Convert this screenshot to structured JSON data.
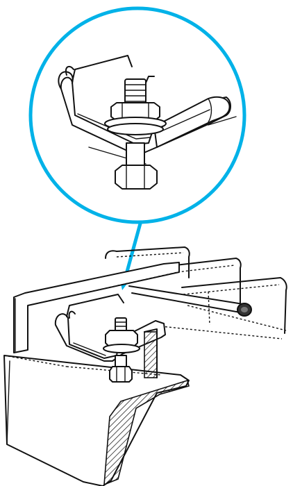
{
  "figure": {
    "description_type": "technical-illustration",
    "colors": {
      "callout": "#00b2e8",
      "line": "#111111",
      "background": "#ffffff"
    },
    "icons": {
      "detail": "magnified-clamp-detail",
      "assembly": "grating-clamp-assembly",
      "pointer": "callout-arrow"
    }
  }
}
